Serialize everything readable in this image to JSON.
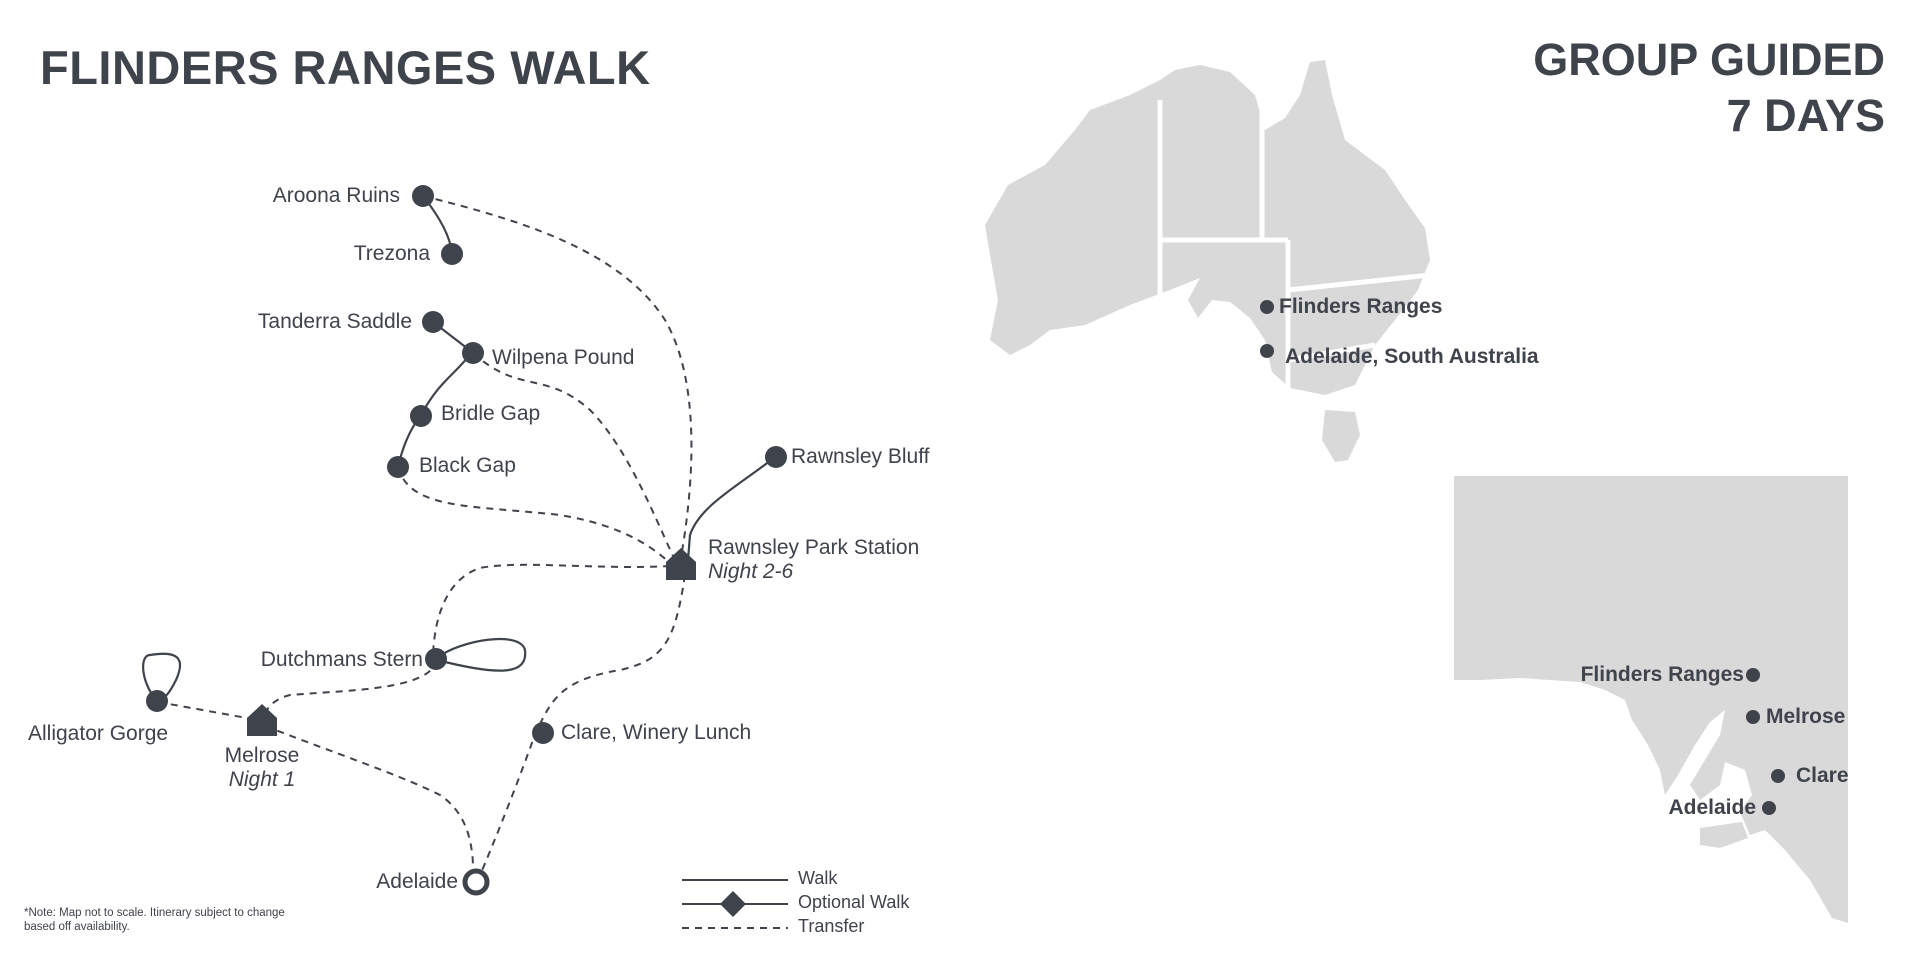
{
  "header": {
    "title": "FLINDERS RANGES WALK",
    "subtitle_line1": "GROUP GUIDED",
    "subtitle_line2": "7 DAYS"
  },
  "route_map": {
    "locations": [
      {
        "id": "aroona-ruins",
        "label": "Aroona Ruins"
      },
      {
        "id": "trezona",
        "label": "Trezona"
      },
      {
        "id": "tanderra-saddle",
        "label": "Tanderra Saddle"
      },
      {
        "id": "wilpena-pound",
        "label": "Wilpena Pound"
      },
      {
        "id": "bridle-gap",
        "label": "Bridle Gap"
      },
      {
        "id": "black-gap",
        "label": "Black Gap"
      },
      {
        "id": "rawnsley-bluff",
        "label": "Rawnsley Bluff"
      },
      {
        "id": "rawnsley-park-station",
        "label": "Rawnsley Park Station",
        "night": "Night 2-6"
      },
      {
        "id": "dutchmans-stern",
        "label": "Dutchmans Stern"
      },
      {
        "id": "alligator-gorge",
        "label": "Alligator Gorge"
      },
      {
        "id": "melrose",
        "label": "Melrose",
        "night": "Night 1"
      },
      {
        "id": "clare",
        "label": "Clare, Winery Lunch"
      },
      {
        "id": "adelaide",
        "label": "Adelaide"
      }
    ]
  },
  "legend": {
    "walk": "Walk",
    "optional_walk": "Optional Walk",
    "transfer": "Transfer"
  },
  "note": "*Note: Map not to scale. Itinerary subject to change based off availability.",
  "australia_map": {
    "labels": [
      "Flinders Ranges",
      "Adelaide, South Australia"
    ]
  },
  "sa_map": {
    "labels": [
      "Flinders Ranges",
      "Melrose",
      "Clare",
      "Adelaide"
    ]
  },
  "colors": {
    "ink": "#3f434c",
    "land": "#d9d9d9"
  }
}
